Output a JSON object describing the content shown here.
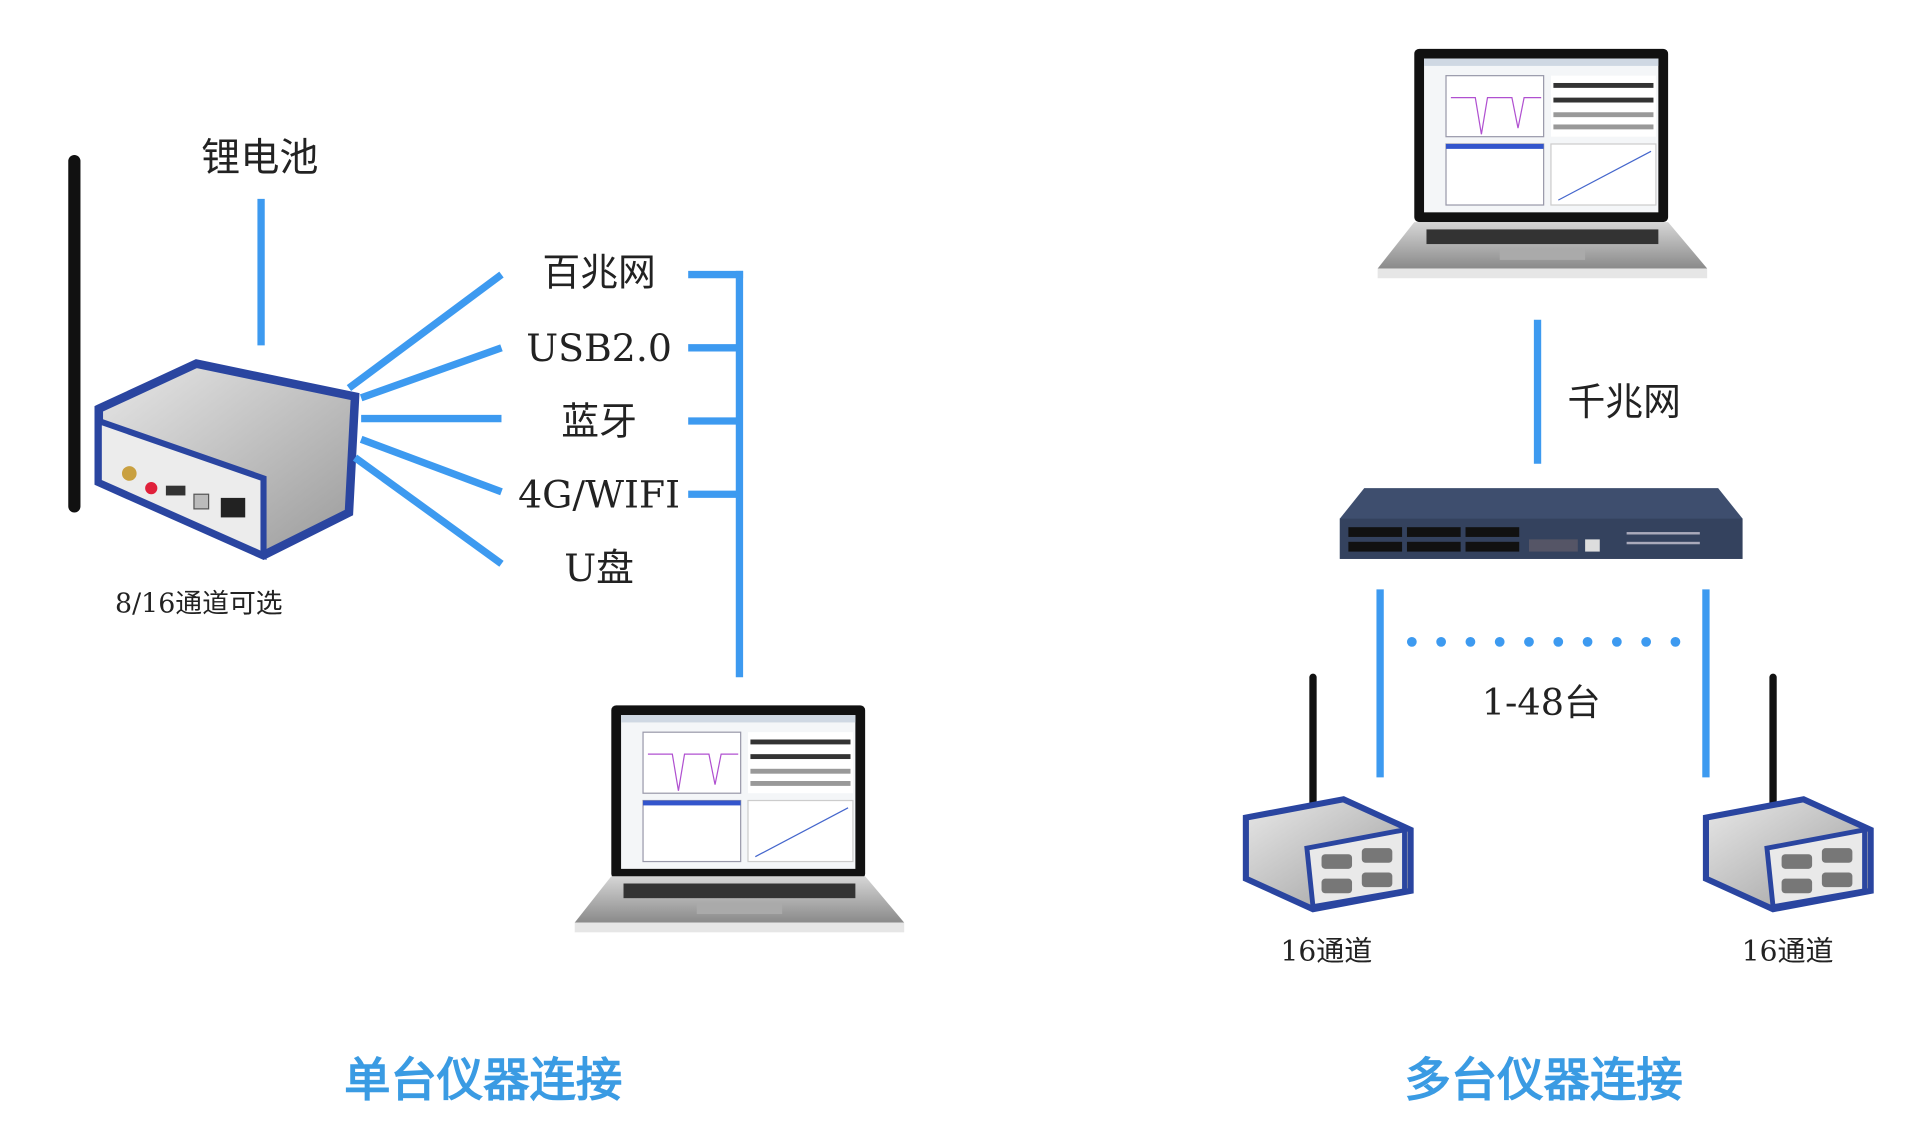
{
  "colors": {
    "line": "#3d9af0",
    "title": "#3a9be3",
    "text": "#222222",
    "switch": "#3e4e6e"
  },
  "single": {
    "battery_label": "锂电池",
    "device_label": "8/16通道可选",
    "interfaces": [
      "百兆网",
      "USB2.0",
      "蓝牙",
      "4G/WIFI",
      "U盘"
    ],
    "title": "单台仪器连接"
  },
  "multi": {
    "network_label": "千兆网",
    "count_label": "1-48台",
    "device_labels": [
      "16通道",
      "16通道"
    ],
    "title": "多台仪器连接"
  }
}
